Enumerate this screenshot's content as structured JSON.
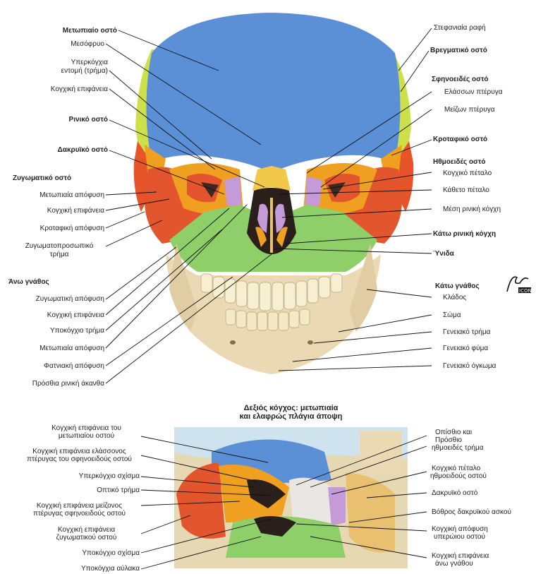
{
  "main_figure": {
    "left_labels": [
      {
        "text": "Μετωπιαίο οστό",
        "bold": true
      },
      {
        "text": "Μεσόφρυο",
        "bold": false
      },
      {
        "text": "Υπερκόγχια",
        "bold": false
      },
      {
        "text": "εντομή (τρήμα)",
        "bold": false
      },
      {
        "text": "Κογχική επιφάνεια",
        "bold": false
      },
      {
        "text": "Ρινικό οστό",
        "bold": true
      },
      {
        "text": "Δακρυϊκό οστό",
        "bold": true
      },
      {
        "text": "Ζυγωματικό οστό",
        "bold": true
      },
      {
        "text": "Μετωπιαία απόφυση",
        "bold": false
      },
      {
        "text": "Κογχική επιφάνεια",
        "bold": false
      },
      {
        "text": "Κροταφική απόφυση",
        "bold": false
      },
      {
        "text": "Ζυγωματοπροσωπικό",
        "bold": false
      },
      {
        "text": "τρήμα",
        "bold": false
      },
      {
        "text": "Άνω γνάθος",
        "bold": true
      },
      {
        "text": "Ζυγωματική απόφυση",
        "bold": false
      },
      {
        "text": "Κογχική επιφάνεια",
        "bold": false
      },
      {
        "text": "Υποκόγχιο τρήμα",
        "bold": false
      },
      {
        "text": "Μετωπιαία απόφυση",
        "bold": false
      },
      {
        "text": "Φατνιακή απόφυση",
        "bold": false
      },
      {
        "text": "Πρόσθια ρινική άκανθα",
        "bold": false
      }
    ],
    "right_labels": [
      {
        "text": "Στεφανιαία ραφή",
        "bold": false
      },
      {
        "text": "Βρεγματικό οστό",
        "bold": true
      },
      {
        "text": "Σφηνοειδές οστό",
        "bold": true
      },
      {
        "text": "Ελάσσων πτέρυγα",
        "bold": false
      },
      {
        "text": "Μείζων πτέρυγα",
        "bold": false
      },
      {
        "text": "Κροταφικό οστό",
        "bold": true
      },
      {
        "text": "Ηθμοειδές οστό",
        "bold": true
      },
      {
        "text": "Κογχικό πέταλο",
        "bold": false
      },
      {
        "text": "Κάθετο πέταλο",
        "bold": false
      },
      {
        "text": "Μέση ρινική κόγχη",
        "bold": false
      },
      {
        "text": "Κάτω ρινική κόγχη",
        "bold": true
      },
      {
        "text": "Ύνιδα",
        "bold": true
      },
      {
        "text": "Κάτω γνάθος",
        "bold": true
      },
      {
        "text": "Κλάδος",
        "bold": false
      },
      {
        "text": "Σώμα",
        "bold": false
      },
      {
        "text": "Γενειακό τρήμα",
        "bold": false
      },
      {
        "text": "Γενειακό φύμα",
        "bold": false
      },
      {
        "text": "Γενειακό όγκωμα",
        "bold": false
      }
    ]
  },
  "inset": {
    "title_line1": "Δεξιός κόγχος: μετωπιαία",
    "title_line2": "και ελαφρώς πλάγια άποψη",
    "left_labels": [
      "Κογχική επιφάνεια του",
      "μετωπιαίου οστού",
      "Κογχική επιφάνεια ελάσσονος",
      "πτέρυγας του σφηνοειδούς οστού",
      "Υπερκόγχιο σχίσμα",
      "Οπτικό τρήμα",
      "Κογχική επιφάνεια μείζονος",
      "πτέρυγας σφηνοειδούς οστού",
      "Κογχική επιφάνεια",
      "ζυγωματικού οστού",
      "Υποκόγχιο σχίσμα",
      "Υποκόγχια αύλακα"
    ],
    "right_labels": [
      "Οπίσθιο και",
      "Πρόσθιο",
      "ηθμοειδές τρήμα",
      "Κογχικό πέταλο",
      "ηθμοειδούς οστού",
      "Δακρυϊκό οστό",
      "Βόθρος δακρυϊκού ασκού",
      "Κογχική απόφυση",
      "υπερώιου οστού",
      "Κογχική επιφάνεια",
      "άνω γνάθου"
    ]
  },
  "colors": {
    "frontal": "#5b8fd6",
    "parietal": "#cde04a",
    "sphenoid": "#f0a020",
    "temporal": "#e8542a",
    "zygomatic": "#e2552d",
    "maxilla": "#8fcf6a",
    "mandible": "#ead9b2",
    "ethmoid": "#c49ad8",
    "lacrimal": "#e8c070",
    "nasal": "#f2c84a"
  }
}
